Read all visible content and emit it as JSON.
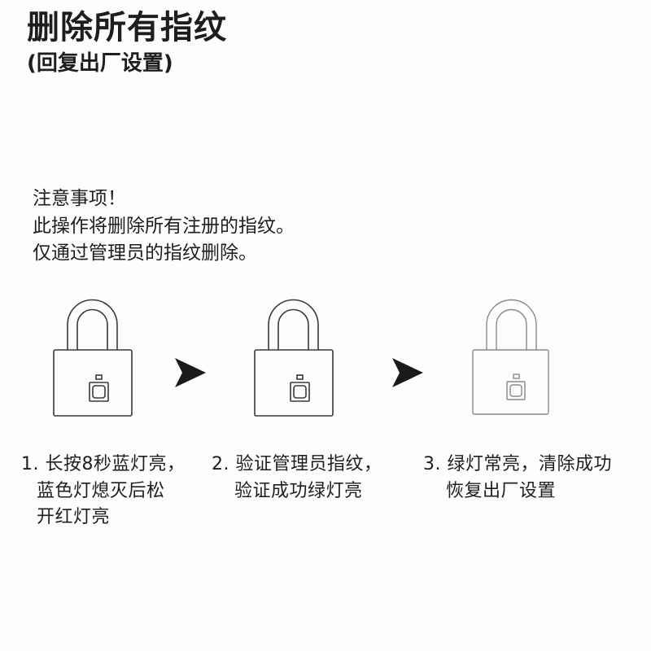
{
  "header": {
    "title": "删除所有指纹",
    "subtitle": "(回复出厂设置)"
  },
  "notes": {
    "heading": "注意事项！",
    "lines": [
      "此操作将删除所有注册的指纹。",
      "仅通过管理员的指纹删除。"
    ]
  },
  "illustration": {
    "icons": [
      "padlock-icon",
      "arrow-right-icon",
      "padlock-icon",
      "arrow-right-icon",
      "padlock-icon"
    ],
    "colors": {
      "lock_stroke": "#3a3a3a",
      "lock_stroke_faded": "#8a8a8a",
      "arrow": "#1a1a1a"
    }
  },
  "steps": [
    {
      "lines": [
        "1. 长按8秒蓝灯亮，",
        "蓝色灯熄灭后松",
        "开红灯亮"
      ]
    },
    {
      "lines": [
        "2. 验证管理员指纹，",
        "验证成功绿灯亮"
      ]
    },
    {
      "lines": [
        "3. 绿灯常亮，清除成功",
        "恢复出厂设置"
      ]
    }
  ]
}
